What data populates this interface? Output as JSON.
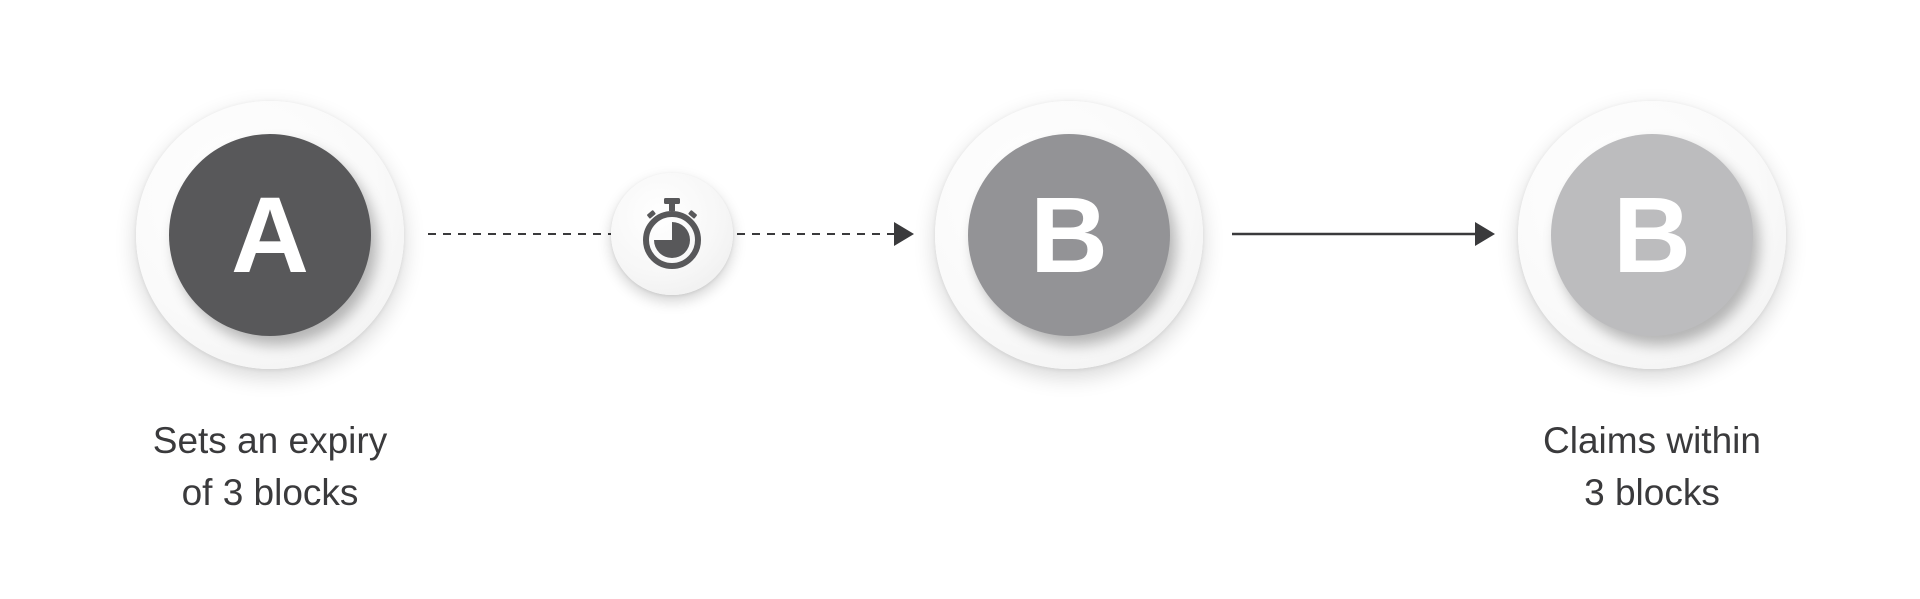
{
  "nodes": {
    "a": {
      "letter": "A",
      "color": "#58585a"
    },
    "b_first": {
      "letter": "B",
      "color": "#939396"
    },
    "b_second": {
      "letter": "B",
      "color": "#bcbcbe"
    }
  },
  "labels": {
    "a": {
      "line1": "Sets an expiry",
      "line2": "of 3 blocks"
    },
    "b_second": {
      "line1": "Claims within",
      "line2": "3 blocks"
    }
  },
  "timer": {
    "icon": "stopwatch-icon",
    "color": "#58585a"
  },
  "connectors": {
    "a_to_b": {
      "style": "dashed",
      "color": "#3a3a3c"
    },
    "b_to_b": {
      "style": "solid",
      "color": "#3a3a3c"
    }
  }
}
